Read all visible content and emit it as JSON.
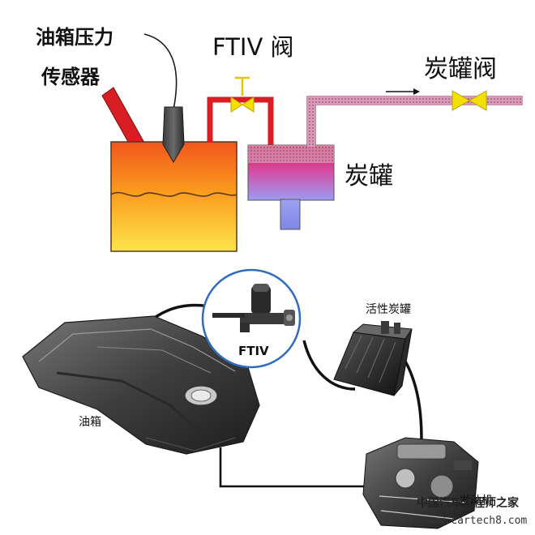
{
  "top_schematic": {
    "pressure_sensor_label_line1": "油箱压力",
    "pressure_sensor_label_line2": "传感器",
    "ftiv_valve_label": "FTIV 阀",
    "canister_valve_label": "炭罐阀",
    "canister_label": "炭罐"
  },
  "bottom_photo": {
    "ftiv_label": "FTIV",
    "activated_canister_label": "活性炭罐",
    "fuel_tank_label": "油箱",
    "engine_label": "发动机"
  },
  "watermark": {
    "line1": "中国汽车工程师之家",
    "line2": "www.cartech8.com"
  },
  "colors": {
    "pipe_red": "#d81e22",
    "vapor_pipe_pink": "#d99ab8",
    "valve_yellow": "#f3e000",
    "tank_hot": "#f0561c",
    "tank_cool": "#ffe44a",
    "canister_top": "#cc1b45",
    "canister_bottom": "#9c9cf2",
    "magnifier_blue": "#2f6cc0"
  }
}
